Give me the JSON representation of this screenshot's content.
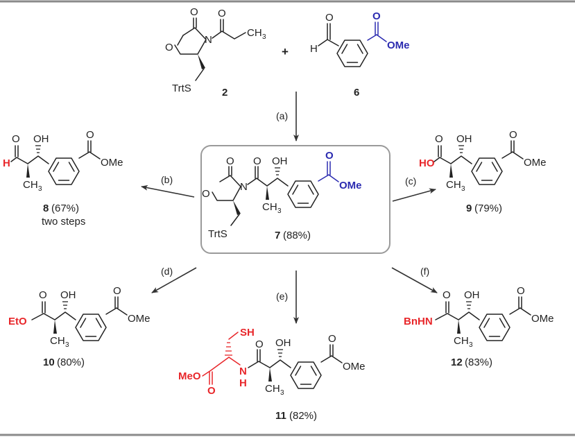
{
  "reagents": {
    "oxazolidinone_number": "2",
    "aldehyde_number": "6",
    "plus": "+",
    "trts": "TrtS",
    "ch3": "CH",
    "ch3_sub": "3",
    "h": "H",
    "o": "O",
    "n": "N",
    "ome": "OMe"
  },
  "steps": {
    "a": "(a)",
    "b": "(b)",
    "c": "(c)",
    "d": "(d)",
    "e": "(e)",
    "f": "(f)"
  },
  "products": {
    "p7": {
      "number": "7",
      "yield": "(88%)"
    },
    "p8": {
      "number": "8",
      "yield": "(67%)",
      "note": "two steps"
    },
    "p9": {
      "number": "9",
      "yield": "(79%)"
    },
    "p10": {
      "number": "10",
      "yield": "(80%)"
    },
    "p11": {
      "number": "11",
      "yield": "(82%)"
    },
    "p12": {
      "number": "12",
      "yield": "(83%)"
    }
  },
  "groups": {
    "oh": "OH",
    "ho": "HO",
    "eto": "EtO",
    "meo": "MeO",
    "bnhn": "BnHN",
    "sh": "SH",
    "nh_h": "H",
    "nh_n": "N"
  },
  "colors": {
    "blue": "#2b2bb0",
    "red": "#e8262a",
    "rule": "#8a8a8a",
    "box": "#9a9a9a"
  }
}
